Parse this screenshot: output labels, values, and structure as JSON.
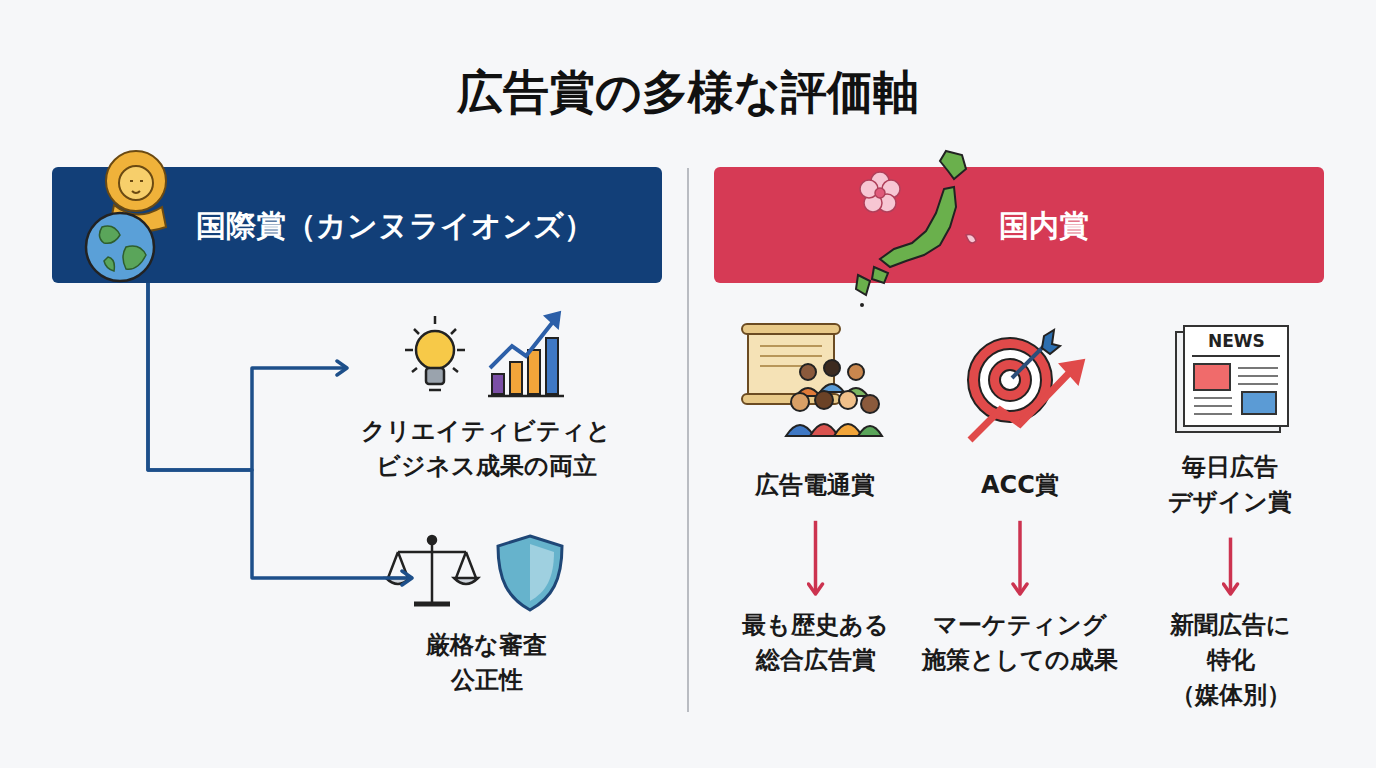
{
  "diagram": {
    "title": "広告賞の多様な評価軸",
    "nodes": [
      {
        "text": [
          "国際賞（カンヌライオンズ）"
        ]
      },
      {
        "text": [
          "クリエイティビティと ビジネス成果の両立"
        ]
      },
      {
        "text": [
          "厳格な審査 公正性"
        ]
      },
      {
        "text": [
          "国内賞"
        ]
      },
      {
        "text": [
          "広告電通賞"
        ]
      },
      {
        "text": [
          "最も歴史ある 総合広告賞"
        ]
      },
      {
        "text": [
          "ACC賞"
        ]
      },
      {
        "text": [
          "マーケティング 施策としての成果"
        ]
      },
      {
        "text": [
          "毎日広告 デザイン賞"
        ]
      },
      {
        "text": [
          "新聞広告に 特化（媒体別）"
        ]
      }
    ],
    "edges": [
      {
        "from": 0,
        "to": 1,
        "arrow": "to"
      },
      {
        "from": 0,
        "to": 2,
        "arrow": "to"
      },
      {
        "from": 4,
        "to": 5,
        "arrow": "to"
      },
      {
        "from": 6,
        "to": 7,
        "arrow": "to"
      },
      {
        "from": 8,
        "to": 9,
        "arrow": "to"
      }
    ],
    "labels": [
      "NEWS"
    ]
  }
}
